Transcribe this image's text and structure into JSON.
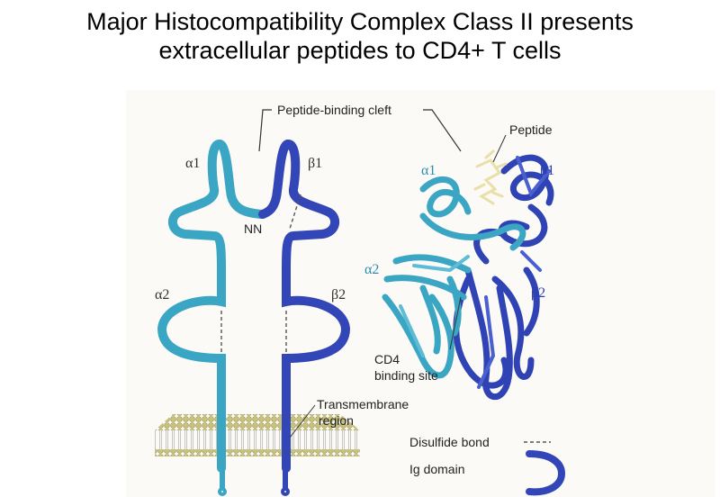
{
  "title": {
    "line1": "Major Histocompatibility Complex Class II presents",
    "line2": "extracellular peptides to CD4+ T cells"
  },
  "schematic": {
    "cleft_label": "Peptide-binding cleft",
    "alpha1": "α1",
    "beta1": "β1",
    "alpha2": "α2",
    "beta2": "β2",
    "nn": "NN",
    "transmembrane_line1": "Transmembrane",
    "transmembrane_line2": "region"
  },
  "structure": {
    "peptide_label": "Peptide",
    "alpha1": "α1",
    "beta1": "β1",
    "alpha2": "α2",
    "beta2": "β2",
    "cd4_line1": "CD4",
    "cd4_line2": "binding site"
  },
  "legend": {
    "disulfide": "Disulfide bond",
    "ig_domain": "Ig domain"
  },
  "colors": {
    "alpha_chain": "#3aa6c4",
    "beta_chain": "#3346b8",
    "peptide": "#e8e0a8",
    "membrane": "#c9c47a"
  }
}
